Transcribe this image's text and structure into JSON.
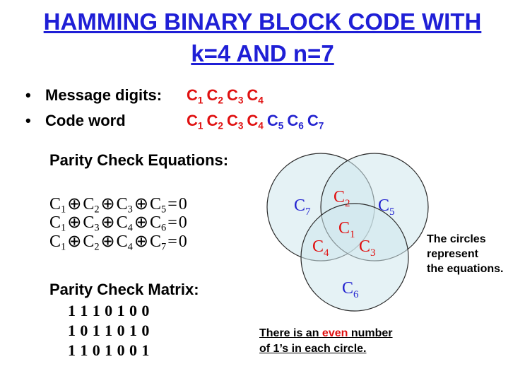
{
  "title": {
    "line1": "HAMMING BINARY BLOCK CODE WITH",
    "line2": "k=4 AND n=7"
  },
  "bullets": [
    {
      "label": "Message digits:",
      "vars": [
        {
          "b": "C",
          "s": "1",
          "color": "red"
        },
        {
          "b": "C",
          "s": "2",
          "color": "red"
        },
        {
          "b": "C",
          "s": "3",
          "color": "red"
        },
        {
          "b": "C",
          "s": "4",
          "color": "red"
        }
      ]
    },
    {
      "label": "Code word",
      "vars": [
        {
          "b": "C",
          "s": "1",
          "color": "red"
        },
        {
          "b": "C",
          "s": "2",
          "color": "red"
        },
        {
          "b": "C",
          "s": "3",
          "color": "red"
        },
        {
          "b": "C",
          "s": "4",
          "color": "red"
        },
        {
          "b": "C",
          "s": "5",
          "color": "blue"
        },
        {
          "b": "C",
          "s": "6",
          "color": "blue"
        },
        {
          "b": "C",
          "s": "7",
          "color": "blue"
        }
      ]
    }
  ],
  "parity_equations_heading": "Parity Check Equations:",
  "equations": [
    {
      "terms": [
        "1",
        "2",
        "3",
        "5"
      ],
      "rhs": "0"
    },
    {
      "terms": [
        "1",
        "3",
        "4",
        "6"
      ],
      "rhs": "0"
    },
    {
      "terms": [
        "1",
        "2",
        "4",
        "7"
      ],
      "rhs": "0"
    }
  ],
  "symbols": {
    "xor": "⊕",
    "equals": "=",
    "var": "C"
  },
  "parity_matrix_heading": "Parity Check Matrix:",
  "matrix": [
    [
      "1",
      "1",
      "1",
      "0",
      "1",
      "0",
      "0"
    ],
    [
      "1",
      "0",
      "1",
      "1",
      "0",
      "1",
      "0"
    ],
    [
      "1",
      "1",
      "0",
      "1",
      "0",
      "0",
      "1"
    ]
  ],
  "venn": {
    "fill": "#cfe8ec",
    "stroke": "#2a2a2a",
    "labels": [
      {
        "b": "C",
        "s": "7",
        "color": "blue"
      },
      {
        "b": "C",
        "s": "5",
        "color": "blue"
      },
      {
        "b": "C",
        "s": "6",
        "color": "blue"
      },
      {
        "b": "C",
        "s": "2",
        "color": "red"
      },
      {
        "b": "C",
        "s": "1",
        "color": "red"
      },
      {
        "b": "C",
        "s": "4",
        "color": "red"
      },
      {
        "b": "C",
        "s": "3",
        "color": "red"
      }
    ]
  },
  "note": {
    "line1": "The circles",
    "line2": "represent",
    "line3": "the equations."
  },
  "footer": {
    "pre": "There is an ",
    "highlight": "even",
    "post": " number",
    "line2": " of 1’s in each circle."
  },
  "colors": {
    "title": "#1f1fd6",
    "red": "#e01010",
    "blue": "#2424d0"
  }
}
